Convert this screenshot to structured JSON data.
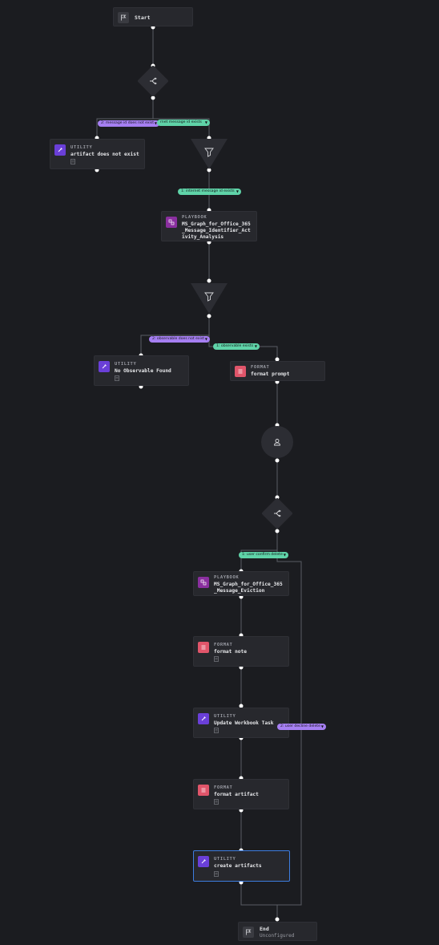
{
  "start": {
    "label": "Start"
  },
  "end": {
    "label": "End",
    "sub": "Unconfigured"
  },
  "nodes": {
    "artifact_not_exist": {
      "type": "UTILITY",
      "title": "artifact does not exist"
    },
    "ms_graph_analysis": {
      "type": "PLAYBOOK",
      "title": "MS_Graph_for_Office_365\n_Message_Identifier_Act\nivity_Analysis"
    },
    "no_observable": {
      "type": "UTILITY",
      "title": "No Observable Found"
    },
    "format_prompt": {
      "type": "FORMAT",
      "title": "format prompt"
    },
    "ms_graph_eviction": {
      "type": "PLAYBOOK",
      "title": "MS_Graph_for_Office_365\n_Message_Eviction"
    },
    "format_note": {
      "type": "FORMAT",
      "title": "format note"
    },
    "update_workbook": {
      "type": "UTILITY",
      "title": "Update Workbook Task"
    },
    "format_artifact": {
      "type": "FORMAT",
      "title": "format artifact"
    },
    "create_artifacts": {
      "type": "UTILITY",
      "title": "create artifacts"
    }
  },
  "tags": {
    "msg_id_not_exist": "2: message id does not exist",
    "internet_msg_exists_1": "rnet message id exists",
    "internet_msg_exists_2": "1: internet message id exists",
    "observable_not_exist": "2: observable does not exist",
    "observable_exists": "1: observable exists",
    "user_confirm": "1: user confirm delete",
    "user_decline": "2: user decline delete"
  },
  "colors": {
    "background": "#1b1c20",
    "node": "#27282d",
    "utility": "#6a3fd8",
    "playbook": "#8a2f9f",
    "format": "#e0556a",
    "green_tag": "#5fd3a8",
    "purple_tag": "#a67ff2",
    "selected": "#3d7de0"
  }
}
